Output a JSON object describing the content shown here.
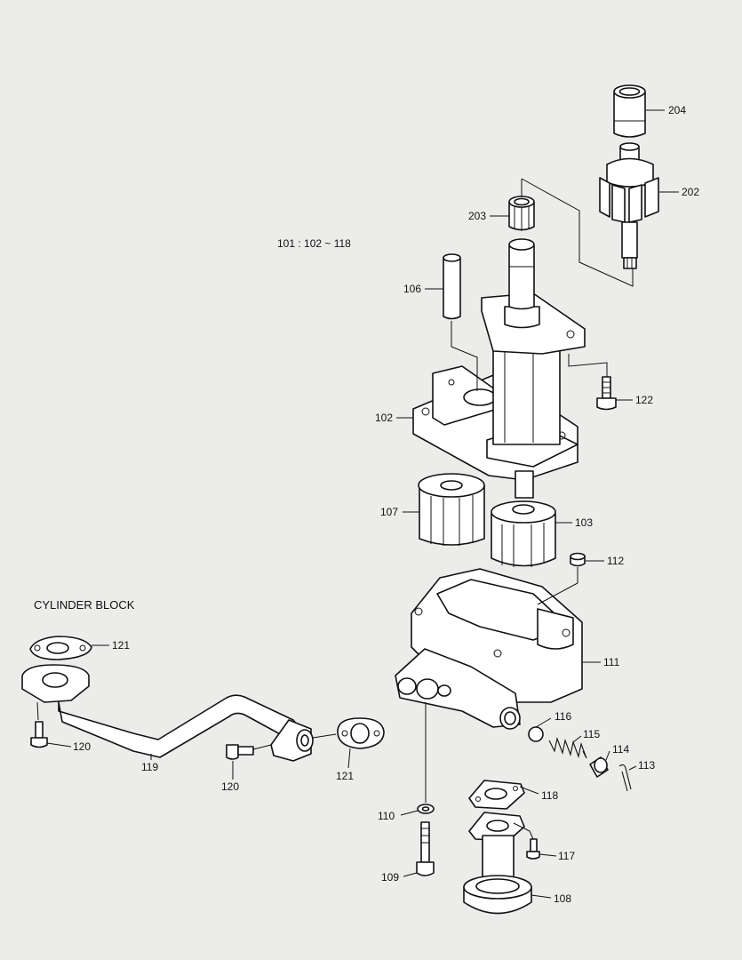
{
  "diagram": {
    "header_label": "CYLINDER BLOCK",
    "group_note": "101 : 102 ~ 118",
    "callouts": {
      "c204": "204",
      "c202": "202",
      "c203": "203",
      "c106": "106",
      "c102": "102",
      "c122": "122",
      "c107": "107",
      "c103": "103",
      "c112": "112",
      "c111": "111",
      "c121a": "121",
      "c120a": "120",
      "c119": "119",
      "c120b": "120",
      "c121b": "121",
      "c116": "116",
      "c115": "115",
      "c114": "114",
      "c113": "113",
      "c110": "110",
      "c118": "118",
      "c117": "117",
      "c109": "109",
      "c108": "108"
    }
  }
}
